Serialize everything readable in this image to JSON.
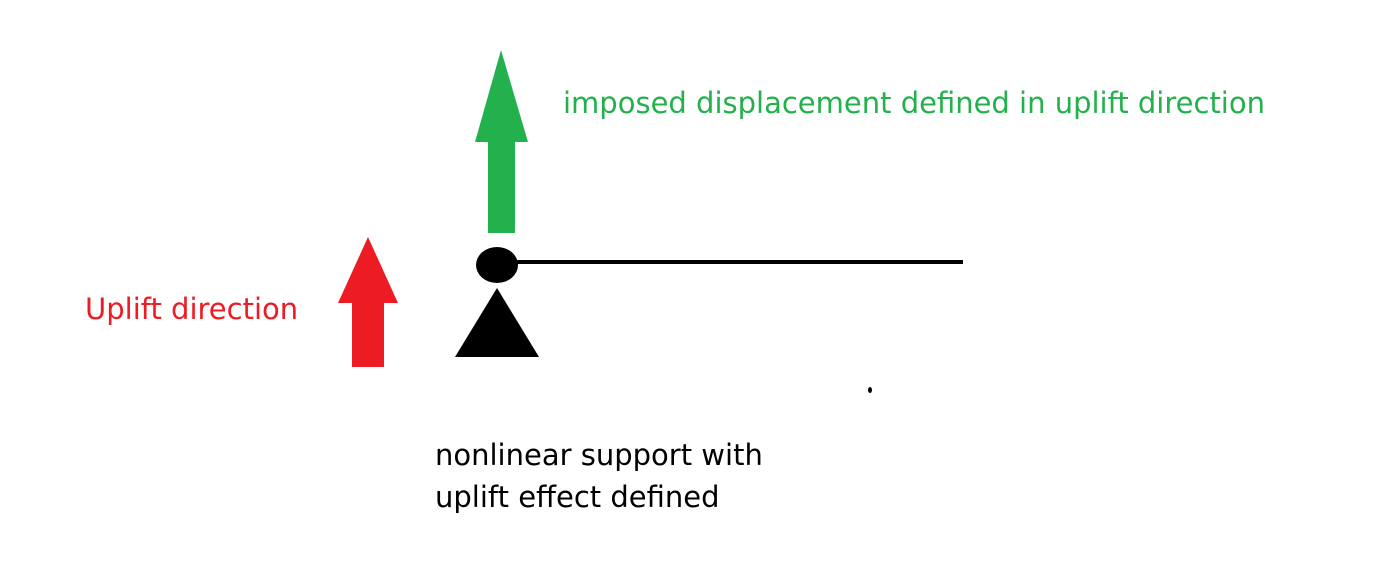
{
  "labels": {
    "imposed_displacement": "imposed displacement defined in uplift direction",
    "uplift_direction": "Uplift direction",
    "support_line1": "nonlinear support with",
    "support_line2": "uplift effect defined"
  },
  "colors": {
    "green": "#22b14c",
    "red": "#ed1c24",
    "black": "#000000"
  }
}
